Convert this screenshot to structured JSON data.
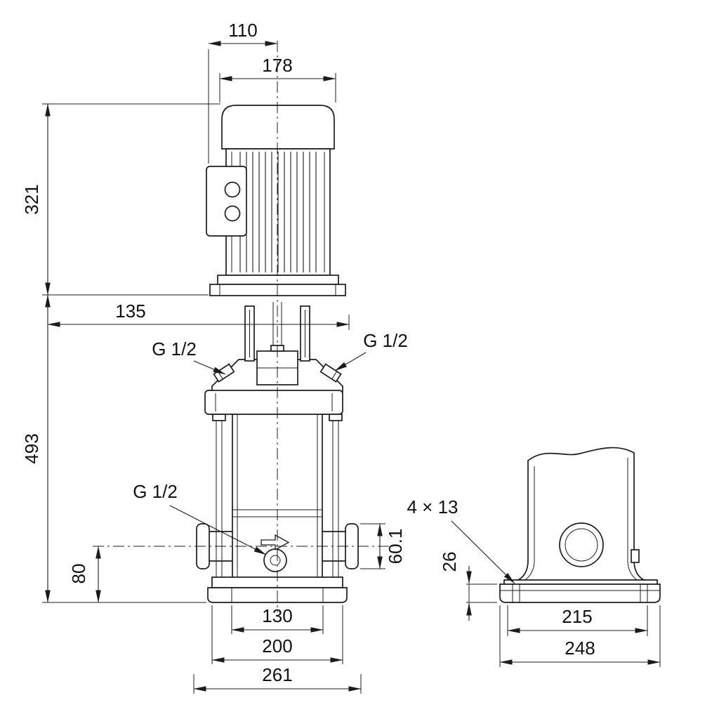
{
  "meta": {
    "line_color": "#1c1c1c",
    "background_color": "#ffffff"
  },
  "front": {
    "d110": "110",
    "d178": "178",
    "d321": "321",
    "d135": "135",
    "d493": "493",
    "d80": "80",
    "d60_1": "60.1",
    "d130": "130",
    "d200": "200",
    "d261": "261",
    "plug_top_left": "G 1/2",
    "plug_top_right": "G 1/2",
    "plug_drain": "G 1/2"
  },
  "side": {
    "holes": "4 × 13",
    "d26": "26",
    "d215": "215",
    "d248": "248"
  }
}
